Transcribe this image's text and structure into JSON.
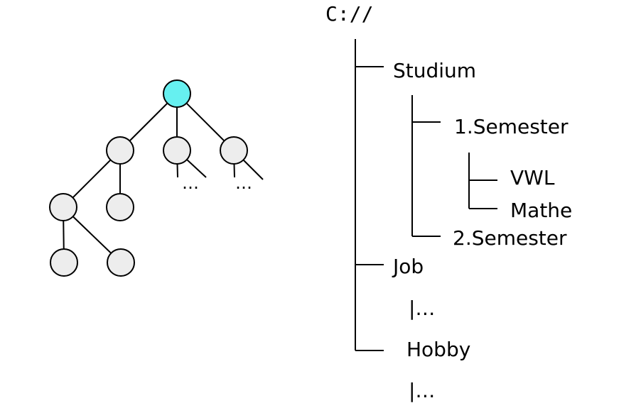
{
  "colors": {
    "root_node": "#66f0f0",
    "child_node": "#ededed",
    "line": "#000000"
  },
  "graph_tree": {
    "ellipsis_a": "…",
    "ellipsis_b": "…"
  },
  "directory_tree": {
    "root": "C://",
    "studium": "Studium",
    "semester_1": "1.Semester",
    "vwl": "VWL",
    "mathe": "Mathe",
    "semester_2": "2.Semester",
    "job": "Job",
    "job_more": "|…",
    "hobby": "Hobby",
    "hobby_more": "|…"
  }
}
